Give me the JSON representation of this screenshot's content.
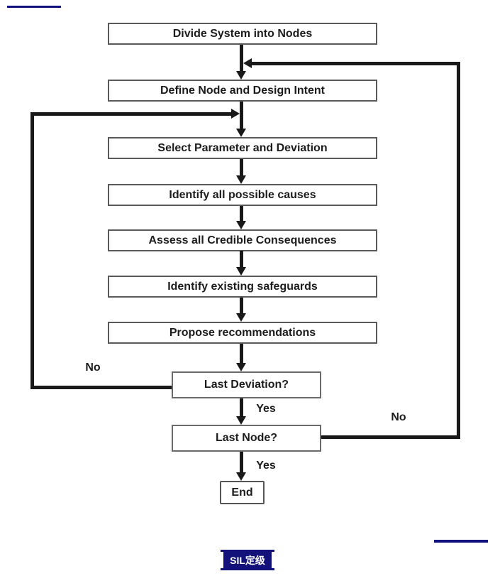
{
  "flow": {
    "boxes": [
      {
        "label": "Divide System into Nodes"
      },
      {
        "label": "Define Node and Design Intent"
      },
      {
        "label": "Select Parameter and Deviation"
      },
      {
        "label": "Identify all possible causes"
      },
      {
        "label": "Assess all Credible Consequences"
      },
      {
        "label": "Identify existing safeguards"
      },
      {
        "label": "Propose recommendations"
      }
    ],
    "decisions": [
      {
        "label": "Last Deviation?",
        "yes_label": "Yes",
        "no_label": "No"
      },
      {
        "label": "Last Node?",
        "yes_label": "Yes",
        "no_label": "No"
      }
    ],
    "end_label": "End"
  },
  "badge": {
    "text": "SIL定级",
    "background": "#12127a",
    "text_color": "#ffffff"
  },
  "colors": {
    "accent_navy": "#10107e",
    "connector_black": "#191919",
    "box_border_gray": "#595959"
  }
}
